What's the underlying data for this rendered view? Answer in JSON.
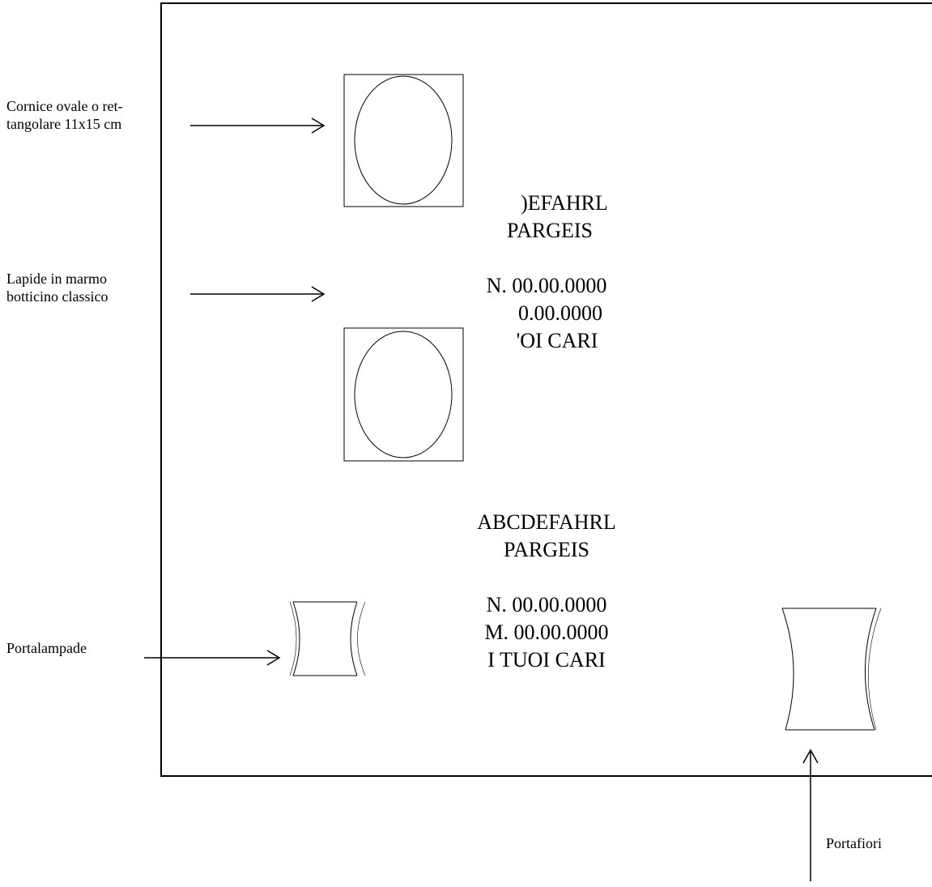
{
  "annotations": {
    "frame_label_line1": "Cornice ovale o ret-",
    "frame_label_line2": "tangolare 11x15 cm",
    "slab_label_line1": "Lapide in marmo",
    "slab_label_line2": "botticino classico",
    "lamp_label": "Portalampade",
    "vase_label": "Portafiori"
  },
  "upper_inscription": {
    "line1": ")EFAHRL",
    "line2": "PARGEIS",
    "line3": "N.  00.00.0000",
    "line4": "0.00.0000",
    "line5": "'OI CARI"
  },
  "lower_inscription": {
    "line1": "ABCDEFAHRL",
    "line2": "PARGEIS",
    "line3": "N.  00.00.0000",
    "line4": "M. 00.00.0000",
    "line5": "I TUOI CARI"
  },
  "colors": {
    "stroke": "#000000",
    "background": "#ffffff"
  }
}
